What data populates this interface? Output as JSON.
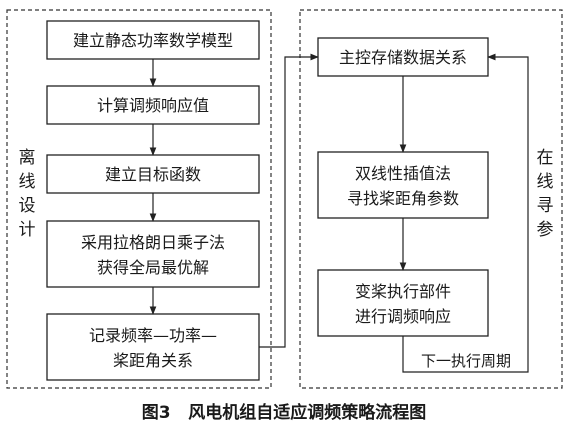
{
  "offline_section": {
    "label": [
      "离",
      "线",
      "设",
      "计"
    ],
    "steps": [
      [
        "建立静态功率数学模型"
      ],
      [
        "计算调频响应值"
      ],
      [
        "建立目标函数"
      ],
      [
        "采用拉格朗日乘子法",
        "获得全局最优解"
      ],
      [
        "记录频率—功率—",
        "桨距角关系"
      ]
    ]
  },
  "online_section": {
    "label": [
      "在",
      "线",
      "寻",
      "参"
    ],
    "steps": [
      [
        "主控存储数据关系"
      ],
      [
        "双线性插值法",
        "寻找桨距角参数"
      ],
      [
        "变桨执行部件",
        "进行调频响应"
      ]
    ],
    "cycle_label": "下一执行周期"
  },
  "caption": "图3   风电机组自适应调频策略流程图"
}
